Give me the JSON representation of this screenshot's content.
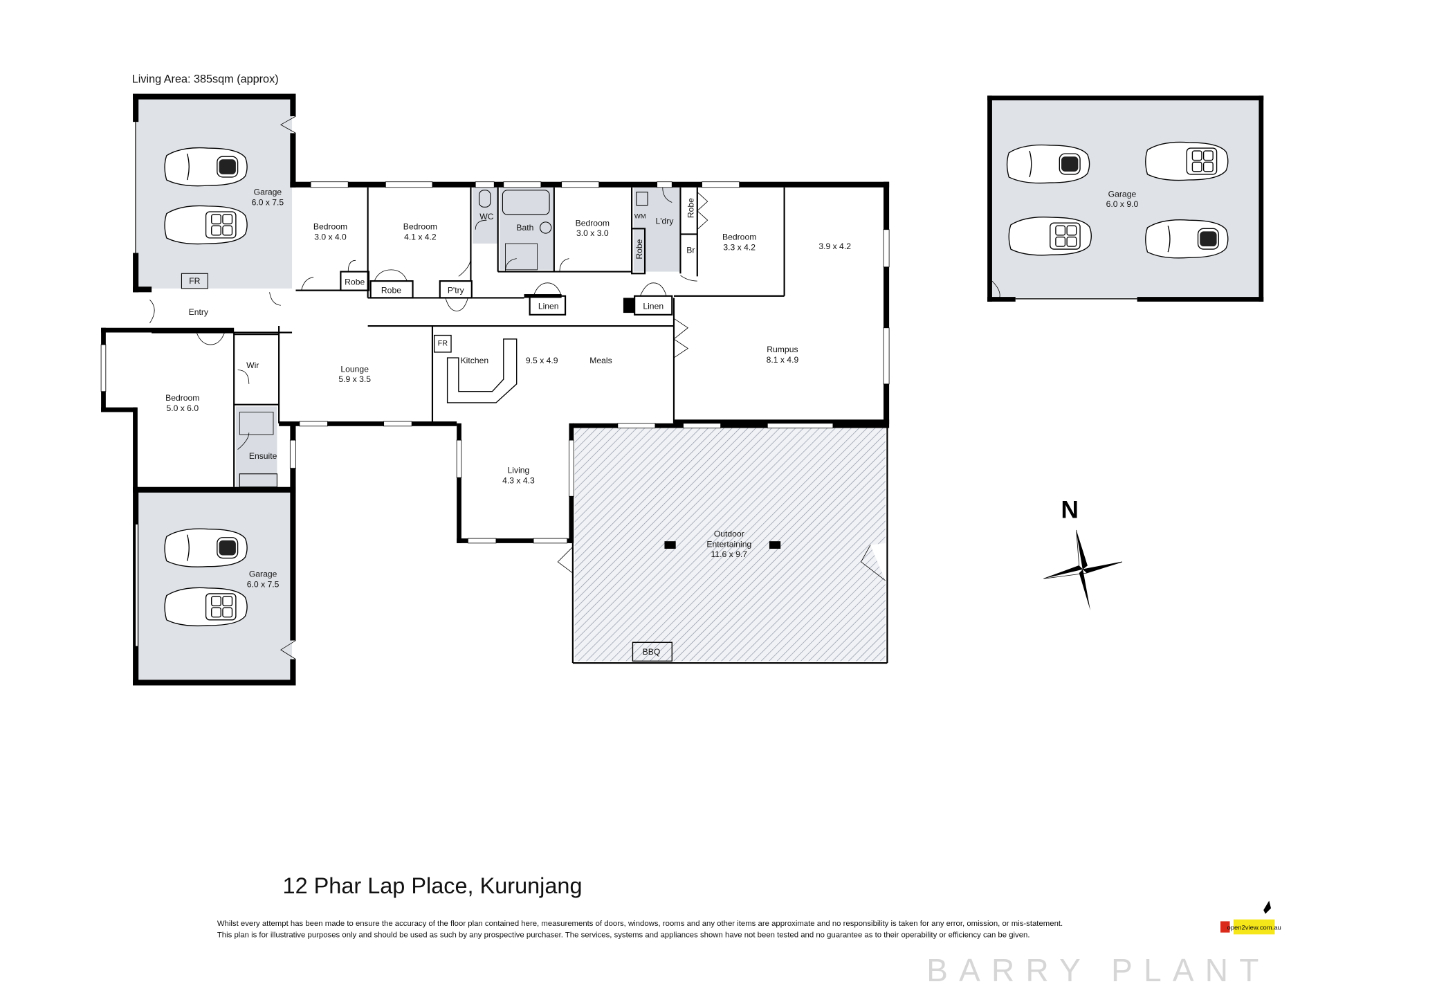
{
  "header": {
    "living_area": "Living Area: 385sqm (approx)"
  },
  "rooms": {
    "garage_top_left": {
      "name": "Garage",
      "size": "6.0 x 7.5"
    },
    "garage_bottom_left": {
      "name": "Garage",
      "size": "6.0 x 7.5"
    },
    "garage_detached": {
      "name": "Garage",
      "size": "6.0 x 9.0"
    },
    "fr_garage": "FR",
    "entry": "Entry",
    "bedroom_1": {
      "name": "Bedroom",
      "size": "3.0 x 4.0"
    },
    "bedroom_2": {
      "name": "Bedroom",
      "size": "4.1 x 4.2"
    },
    "wc": "WC",
    "bath": "Bath",
    "bedroom_3": {
      "name": "Bedroom",
      "size": "3.0 x 3.0"
    },
    "wm": "WM",
    "laundry": "L'dry",
    "robe_vertical_1": "Robe",
    "robe_vertical_2": "Robe",
    "br": "Br",
    "bedroom_4": {
      "name": "Bedroom",
      "size": "3.3 x 4.2"
    },
    "room_39": {
      "size": "3.9 x 4.2"
    },
    "robe_1": "Robe",
    "robe_2": "Robe",
    "pantry": "P'try",
    "linen_1": "Linen",
    "linen_2": "Linen",
    "master_bedroom": {
      "name": "Bedroom",
      "size": "5.0 x 6.0"
    },
    "wir": "Wir",
    "ensuite": "Ensuite",
    "lounge": {
      "name": "Lounge",
      "size": "5.9 x 3.5"
    },
    "fr_kitchen": "FR",
    "kitchen": "Kitchen",
    "kitchen_meals_size": "9.5 x 4.9",
    "meals": "Meals",
    "rumpus": {
      "name": "Rumpus",
      "size": "8.1 x 4.9"
    },
    "living": {
      "name": "Living",
      "size": "4.3 x 4.3"
    },
    "outdoor": {
      "name1": "Outdoor",
      "name2": "Entertaining",
      "size": "11.6 x 9.7"
    },
    "bbq": "BBQ"
  },
  "compass": {
    "label": "N"
  },
  "footer": {
    "address": "12 Phar Lap Place, Kurunjang",
    "disclaimer_1": "Whilst every attempt has been made to ensure the accuracy of the floor plan contained here, measurements of doors, windows, rooms and any other items are approximate and no responsibility is taken for any error, omission, or mis-statement.",
    "disclaimer_2": "This plan is for illustrative purposes only and should be used as such by any prospective purchaser. The services, systems and appliances shown have not been tested and no guarantee as to their operability or efficiency can be given.",
    "watermark": "BARRY PLANT",
    "open2view": "open2view.com.au"
  },
  "colors": {
    "garage_fill": "#dfe2e7",
    "outdoor_hatch": "#8a93a3",
    "open2view_yellow": "#f5e61a"
  }
}
